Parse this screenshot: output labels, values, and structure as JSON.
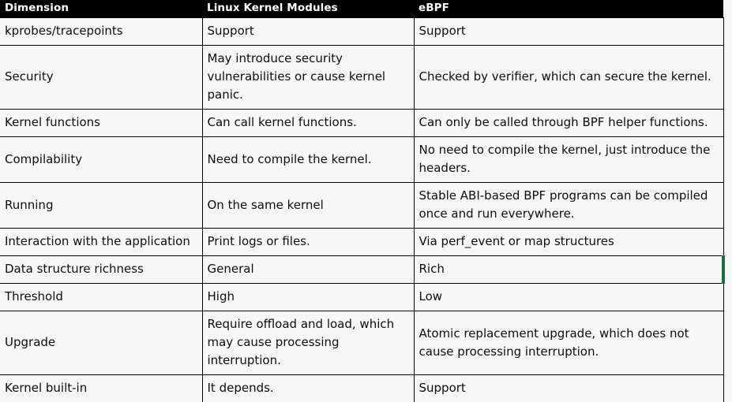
{
  "table": {
    "type": "table",
    "title": "",
    "accent_color": "#1f6b46",
    "header_background": "#000000",
    "header_text_color": "#ffffff",
    "body_background": "#f7f7f7",
    "body_text_color": "#0d0d12",
    "columns": [
      {
        "key": "dimension",
        "label": "Dimension"
      },
      {
        "key": "lkm",
        "label": "Linux Kernel Modules"
      },
      {
        "key": "ebpf",
        "label": "eBPF"
      }
    ],
    "rows": [
      {
        "dimension": "kprobes/tracepoints",
        "lkm": "Support",
        "ebpf": "Support",
        "accent": false
      },
      {
        "dimension": "Security",
        "lkm": "May introduce security vulnerabilities or cause kernel panic.",
        "ebpf": "Checked by verifier, which can secure the kernel.",
        "accent": false
      },
      {
        "dimension": "Kernel functions",
        "lkm": "Can call kernel functions.",
        "ebpf": "Can only be called through BPF helper functions.",
        "accent": false
      },
      {
        "dimension": "Compilability",
        "lkm": "Need to compile the kernel.",
        "ebpf": "No need to compile the kernel, just introduce the headers.",
        "accent": false
      },
      {
        "dimension": "Running",
        "lkm": "On the same kernel",
        "ebpf": "Stable ABI-based BPF programs can be compiled once and run everywhere.",
        "accent": false
      },
      {
        "dimension": "Interaction with the application",
        "lkm": "Print logs or files.",
        "ebpf": "Via perf_event or map structures",
        "accent": false
      },
      {
        "dimension": "Data structure richness",
        "lkm": "General",
        "ebpf": "Rich",
        "accent": true
      },
      {
        "dimension": "Threshold",
        "lkm": "High",
        "ebpf": "Low",
        "accent": false
      },
      {
        "dimension": "Upgrade",
        "lkm": "Require offload and load, which may cause processing interruption.",
        "ebpf": "Atomic replacement upgrade, which does not cause processing interruption.",
        "accent": false
      },
      {
        "dimension": "Kernel built-in",
        "lkm": "It depends.",
        "ebpf": "Support",
        "accent": false
      }
    ]
  }
}
